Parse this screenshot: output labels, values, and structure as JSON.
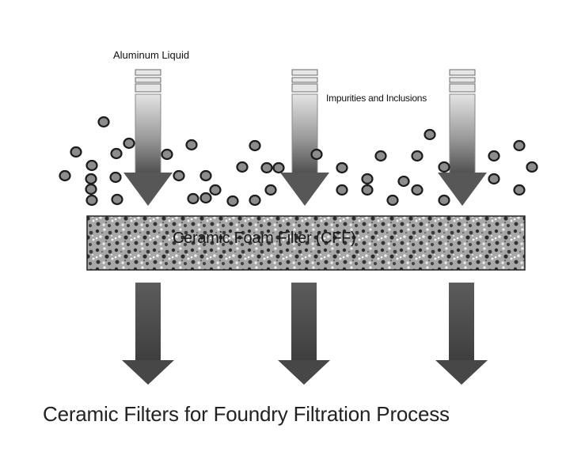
{
  "labels": {
    "liquid": "Aluminum Liquid",
    "impurities": "Impurities and Inclusions",
    "filter": "Ceramic  Foam Filter (CFF)",
    "caption": "Ceramic Filters for Foundry Filtration Process"
  },
  "colors": {
    "arrow_light": "#d8d8d8",
    "arrow_dark": "#555555",
    "outlet_arrow": "#4a4a4a",
    "particle_fill": "#8c8c8c",
    "particle_stroke": "#1c1c1c",
    "filter_base": "#9a9a9a"
  },
  "icons": {
    "inlet": "down-arrow-icon",
    "outlet": "down-arrow-icon",
    "particle": "impurity-particle-icon"
  }
}
